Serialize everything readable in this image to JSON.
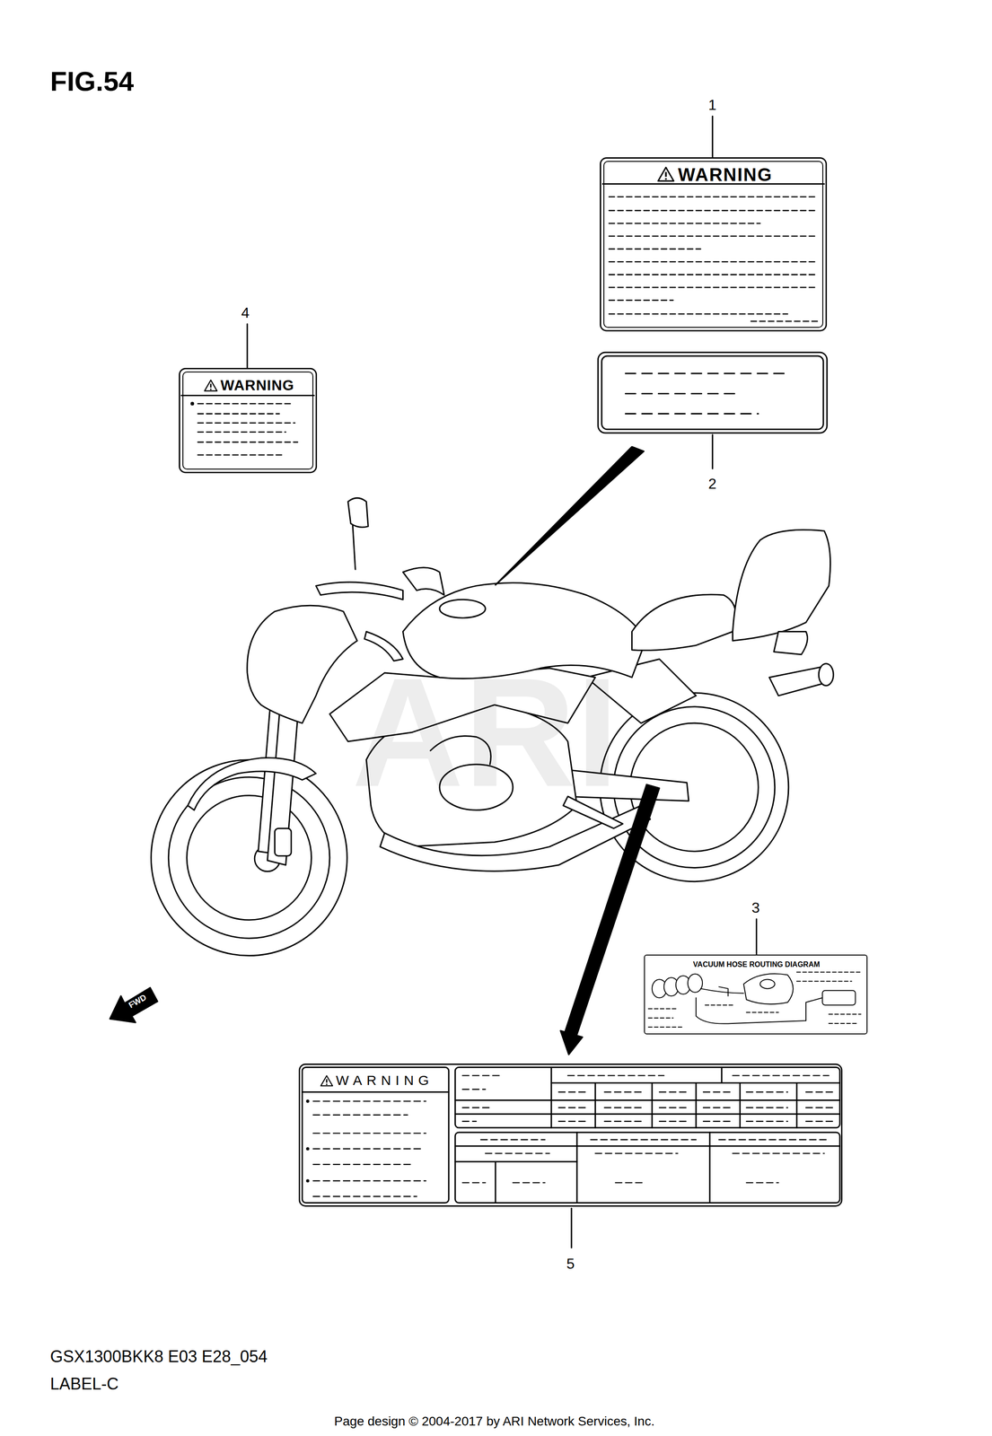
{
  "diagram": {
    "title": "FIG.54",
    "nodes": [
      {
        "text": [
          "WARNING"
        ]
      },
      {
        "text": [
          "WARNING"
        ]
      },
      {
        "text": [
          "VACUUM HOSE ROUTING DIAGRAM"
        ]
      },
      {
        "text": [
          "WARNING"
        ]
      }
    ],
    "labels": [
      "1",
      "4",
      "2",
      "3",
      "5",
      "ARI",
      "FWD",
      "GSX1300BKK8 E03 E28_054",
      "LABEL-C",
      "Page design © 2004-2017 by ARI Network Services, Inc."
    ]
  }
}
